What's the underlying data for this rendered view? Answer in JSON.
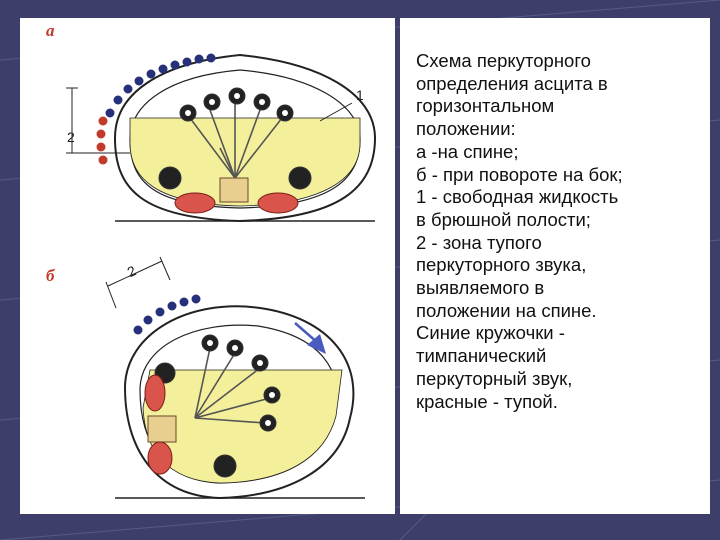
{
  "colors": {
    "background": "#3d3f6a",
    "fluid_yellow": "#f3ef9a",
    "tympanic_blue": "#27317a",
    "dull_red": "#c23a2a",
    "arrow_blue": "#4a5bc0"
  },
  "figure": {
    "letter_a": "а",
    "letter_b": "б",
    "label_1": "1",
    "label_2_a": "2",
    "label_2_b": "2"
  },
  "caption": {
    "lines": [
      "Схема перкуторного",
      "определения асцита в",
      "горизонтальном",
      "положении:",
      "а -на спине;",
      "б - при повороте на бок;",
      "1 - свободная жидкость",
      "в брюшной полости;",
      "2 - зона тупого",
      "перкуторного звука,",
      "выявляемого в",
      "положении на спине.",
      "Синие кружочки -",
      "тимпанический",
      "перкуторный звук,",
      "красные - тупой."
    ]
  }
}
